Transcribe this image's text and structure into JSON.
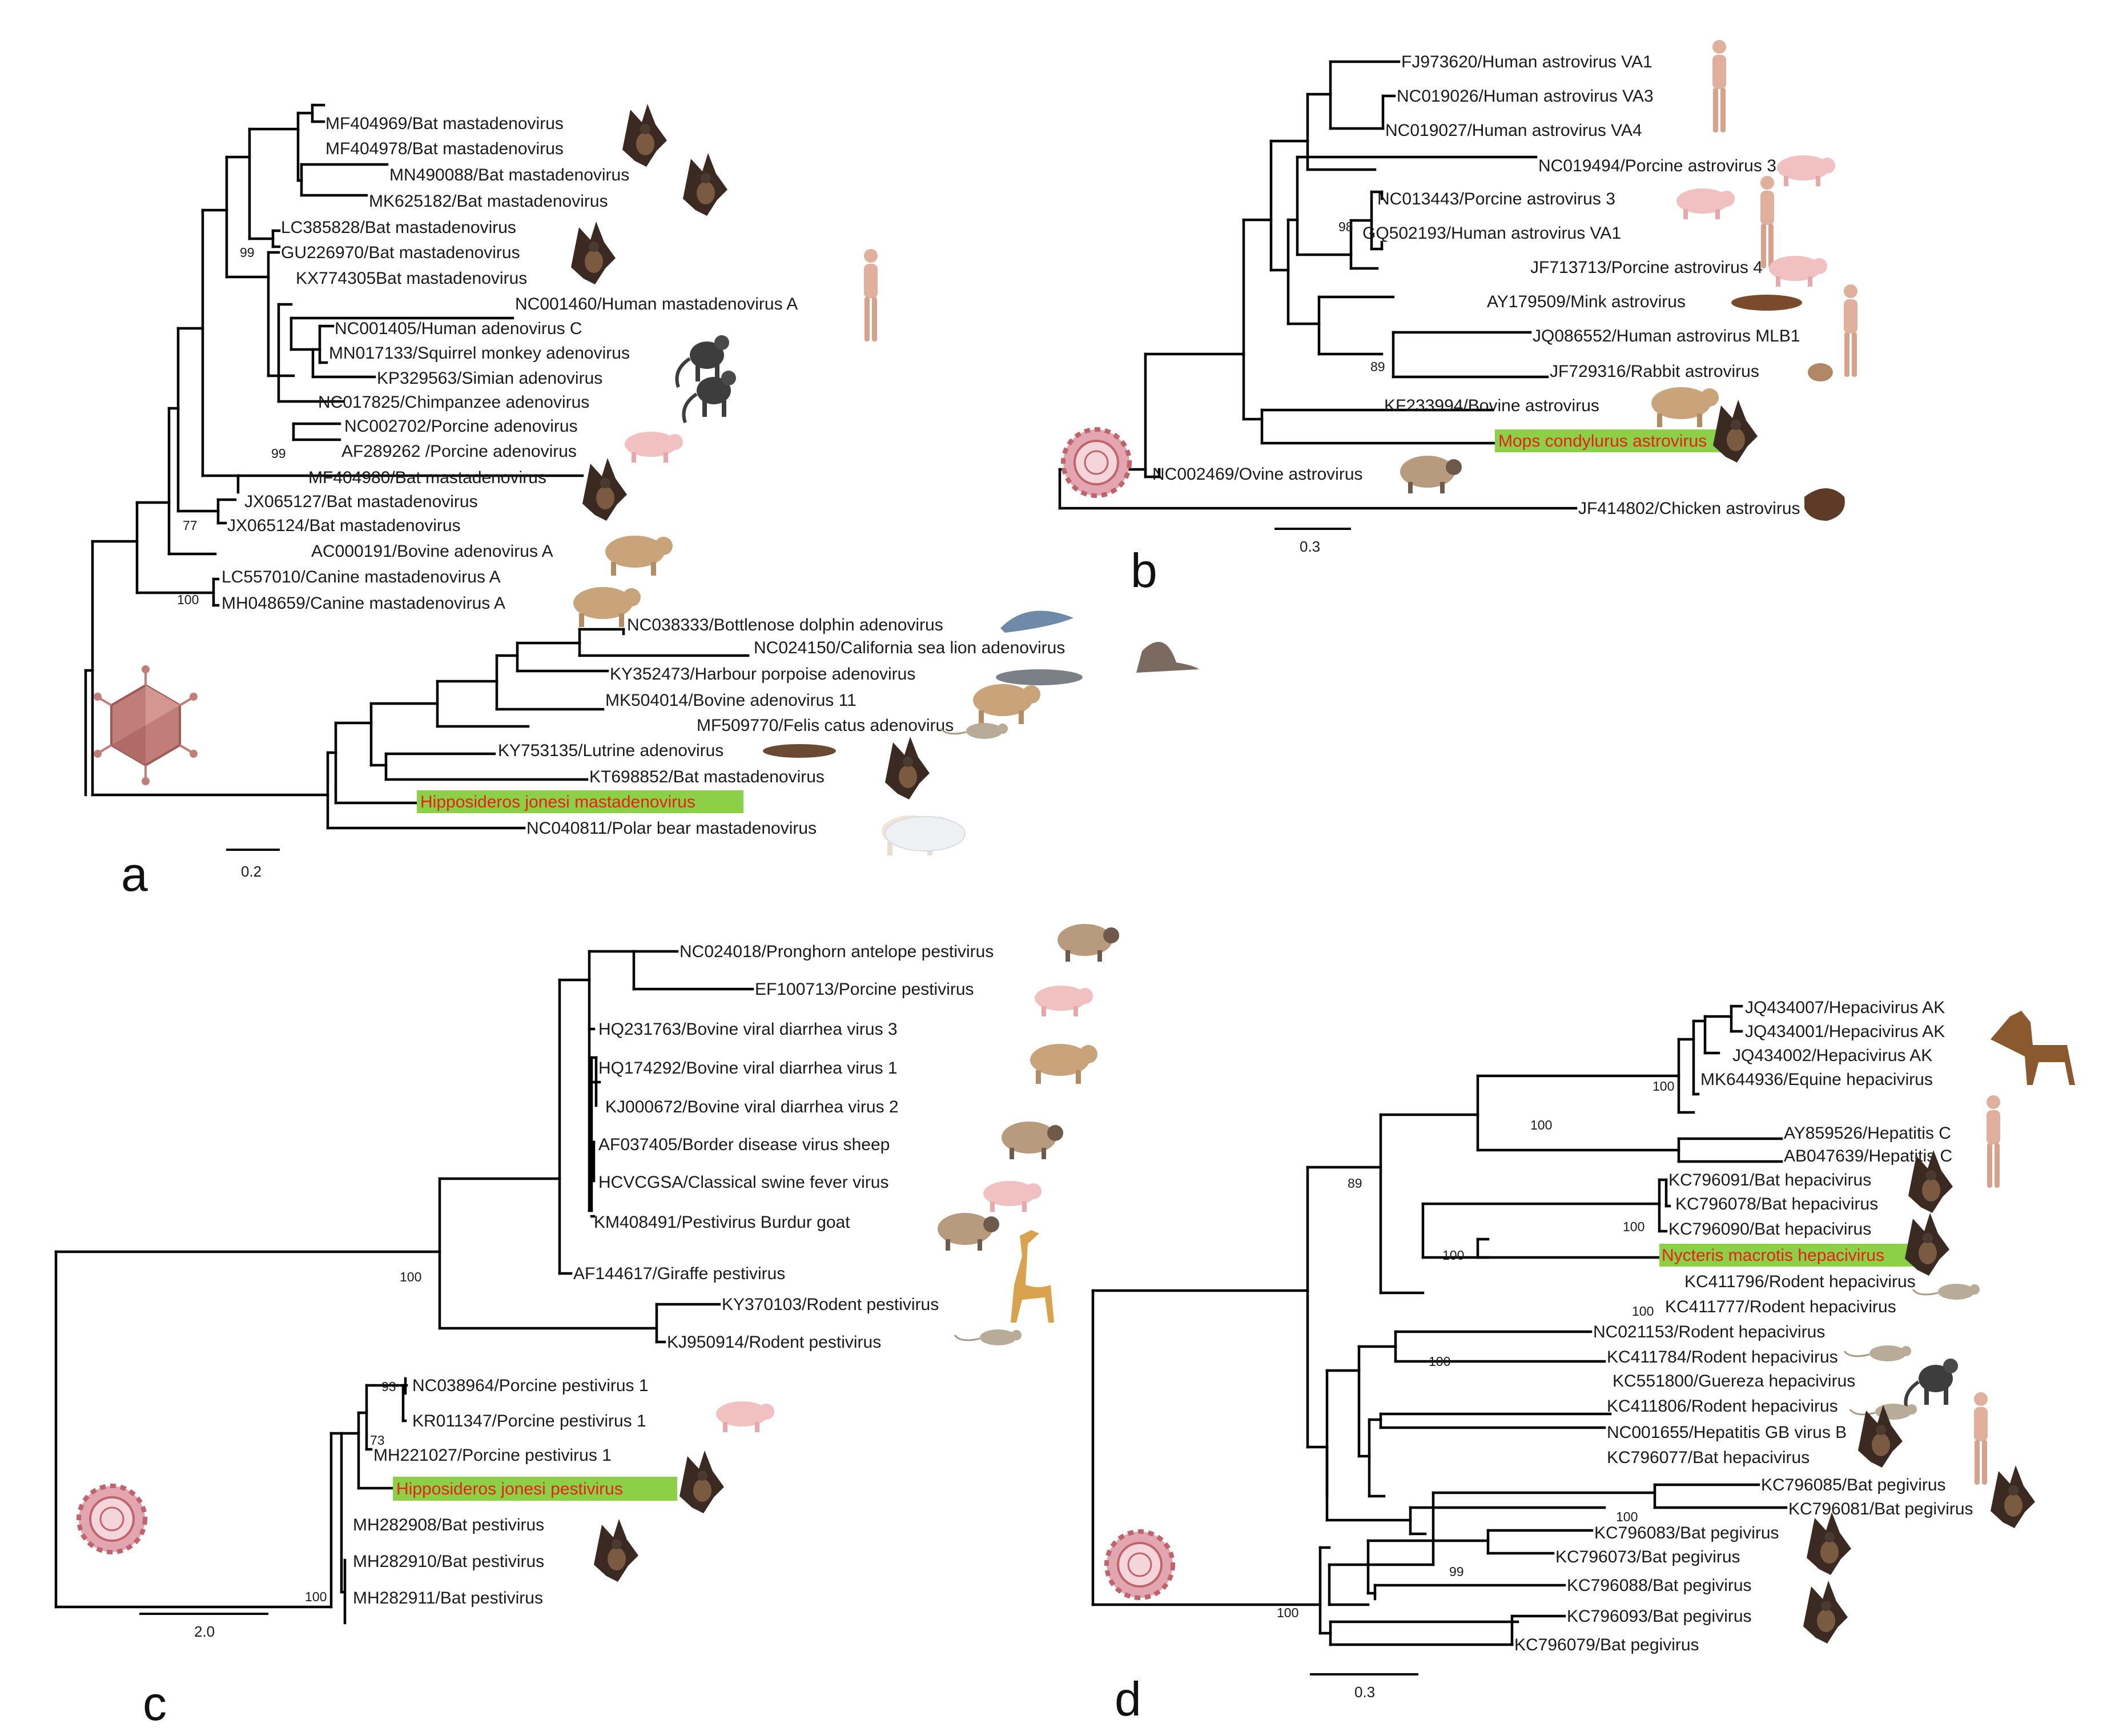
{
  "panels": {
    "a": {
      "label": "a",
      "scale": "0.2",
      "leaves": [
        "MF404969/Bat mastadenovirus",
        "MF404978/Bat mastadenovirus",
        "MN490088/Bat mastadenovirus",
        "MK625182/Bat mastadenovirus",
        "LC385828/Bat mastadenovirus",
        "GU226970/Bat mastadenovirus",
        "KX774305Bat mastadenovirus",
        "NC001460/Human mastadenovirus A",
        "NC001405/Human adenovirus C",
        "MN017133/Squirrel monkey adenovirus",
        "KP329563/Simian adenovirus",
        "NC017825/Chimpanzee adenovirus",
        "NC002702/Porcine adenovirus",
        "AF289262 /Porcine adenovirus",
        "MF404980/Bat mastadenovirus",
        "JX065127/Bat mastadenovirus",
        "JX065124/Bat mastadenovirus",
        "AC000191/Bovine adenovirus A",
        "LC557010/Canine mastadenovirus A",
        "MH048659/Canine mastadenovirus A",
        "NC038333/Bottlenose dolphin adenovirus",
        "NC024150/California sea lion adenovirus",
        "KY352473/Harbour porpoise adenovirus",
        "MK504014/Bovine adenovirus 11",
        "MF509770/Felis catus adenovirus",
        "KY753135/Lutrine adenovirus",
        "KT698852/Bat mastadenovirus",
        "NC040811/Polar bear mastadenovirus"
      ],
      "highlight": "Hipposideros jonesi mastadenovirus",
      "bootstrap": [
        "99",
        "99",
        "77",
        "100"
      ]
    },
    "b": {
      "label": "b",
      "scale": "0.3",
      "leaves": [
        "FJ973620/Human astrovirus VA1",
        "NC019026/Human astrovirus VA3",
        "NC019027/Human astrovirus VA4",
        "NC019494/Porcine astrovirus 3",
        "NC013443/Porcine astrovirus 3",
        "GQ502193/Human astrovirus VA1",
        "JF713713/Porcine astrovirus 4",
        "AY179509/Mink  astrovirus",
        "JQ086552/Human astrovirus MLB1",
        "JF729316/Rabbit astrovirus",
        "KF233994/Bovine astrovirus",
        "NC002469/Ovine astrovirus",
        "JF414802/Chicken astrovirus"
      ],
      "highlight": "Mops condylurus astrovirus",
      "bootstrap": [
        "98",
        "89"
      ]
    },
    "c": {
      "label": "c",
      "scale": "2.0",
      "leaves": [
        "NC024018/Pronghorn antelope pestivirus",
        "EF100713/Porcine pestivirus",
        "HQ231763/Bovine viral diarrhea virus 3",
        "HQ174292/Bovine viral diarrhea virus 1",
        "KJ000672/Bovine viral diarrhea virus 2",
        "AF037405/Border disease virus sheep",
        "HCVCGSA/Classical swine fever virus",
        "KM408491/Pestivirus Burdur goat",
        "AF144617/Giraffe pestivirus",
        "KY370103/Rodent pestivirus",
        "KJ950914/Rodent pestivirus",
        "NC038964/Porcine pestivirus 1",
        "KR011347/Porcine pestivirus 1",
        "MH221027/Porcine pestivirus 1",
        "MH282908/Bat pestivirus",
        "MH282910/Bat pestivirus",
        "MH282911/Bat pestivirus"
      ],
      "highlight": "Hipposideros jonesi pestivirus",
      "bootstrap": [
        "100",
        "93",
        "73",
        "100"
      ]
    },
    "d": {
      "label": "d",
      "scale": "0.3",
      "leaves": [
        "JQ434007/Hepacivirus AK",
        "JQ434001/Hepacivirus AK",
        "JQ434002/Hepacivirus AK",
        "MK644936/Equine hepacivirus",
        "AY859526/Hepatitis  C",
        "AB047639/Hepatitis  C",
        "KC796091/Bat hepacivirus",
        "KC796078/Bat hepacivirus",
        "KC796090/Bat hepacivirus",
        "KC411796/Rodent hepacivirus",
        "KC411777/Rodent hepacivirus",
        "NC021153/Rodent hepacivirus",
        "KC411784/Rodent hepacivirus",
        "KC551800/Guereza hepacivirus",
        "KC411806/Rodent hepacivirus",
        "NC001655/Hepatitis GB virus B",
        "KC796077/Bat hepacivirus",
        "KC796085/Bat pegivirus",
        "KC796081/Bat pegivirus",
        "KC796083/Bat pegivirus",
        "KC796073/Bat pegivirus",
        "KC796088/Bat pegivirus",
        "KC796093/Bat pegivirus",
        "KC796079/Bat pegivirus"
      ],
      "highlight": "Nycteris macrotis hepacivirus",
      "bootstrap": [
        "100",
        "100",
        "89",
        "100",
        "100",
        "100",
        "100",
        "99",
        "100",
        "100"
      ]
    }
  },
  "colors": {
    "branch": "#000000",
    "highlight_text": "#e8201c",
    "highlight_bg": "#8bd046",
    "virus_icon": "#c0636b"
  },
  "icons": {
    "a": [
      "bat-icon",
      "human-icon",
      "squirrel-monkey-icon",
      "chimpanzee-icon",
      "pig-icon",
      "cow-icon",
      "dog-icon",
      "dolphin-icon",
      "sea-lion-icon",
      "porpoise-icon",
      "cat-icon",
      "otter-icon",
      "polar-bear-icon",
      "adenovirus-icon"
    ],
    "b": [
      "human-icon",
      "pig-icon",
      "mink-icon",
      "rabbit-icon",
      "cow-icon",
      "sheep-icon",
      "bat-icon",
      "chicken-icon",
      "astrovirus-icon"
    ],
    "c": [
      "pronghorn-icon",
      "pig-icon",
      "cow-icon",
      "sheep-icon",
      "goat-icon",
      "giraffe-icon",
      "rat-icon",
      "bat-icon",
      "pestivirus-icon"
    ],
    "d": [
      "horse-icon",
      "human-icon",
      "bat-icon",
      "rat-icon",
      "colobus-monkey-icon",
      "hepacivirus-icon"
    ]
  }
}
